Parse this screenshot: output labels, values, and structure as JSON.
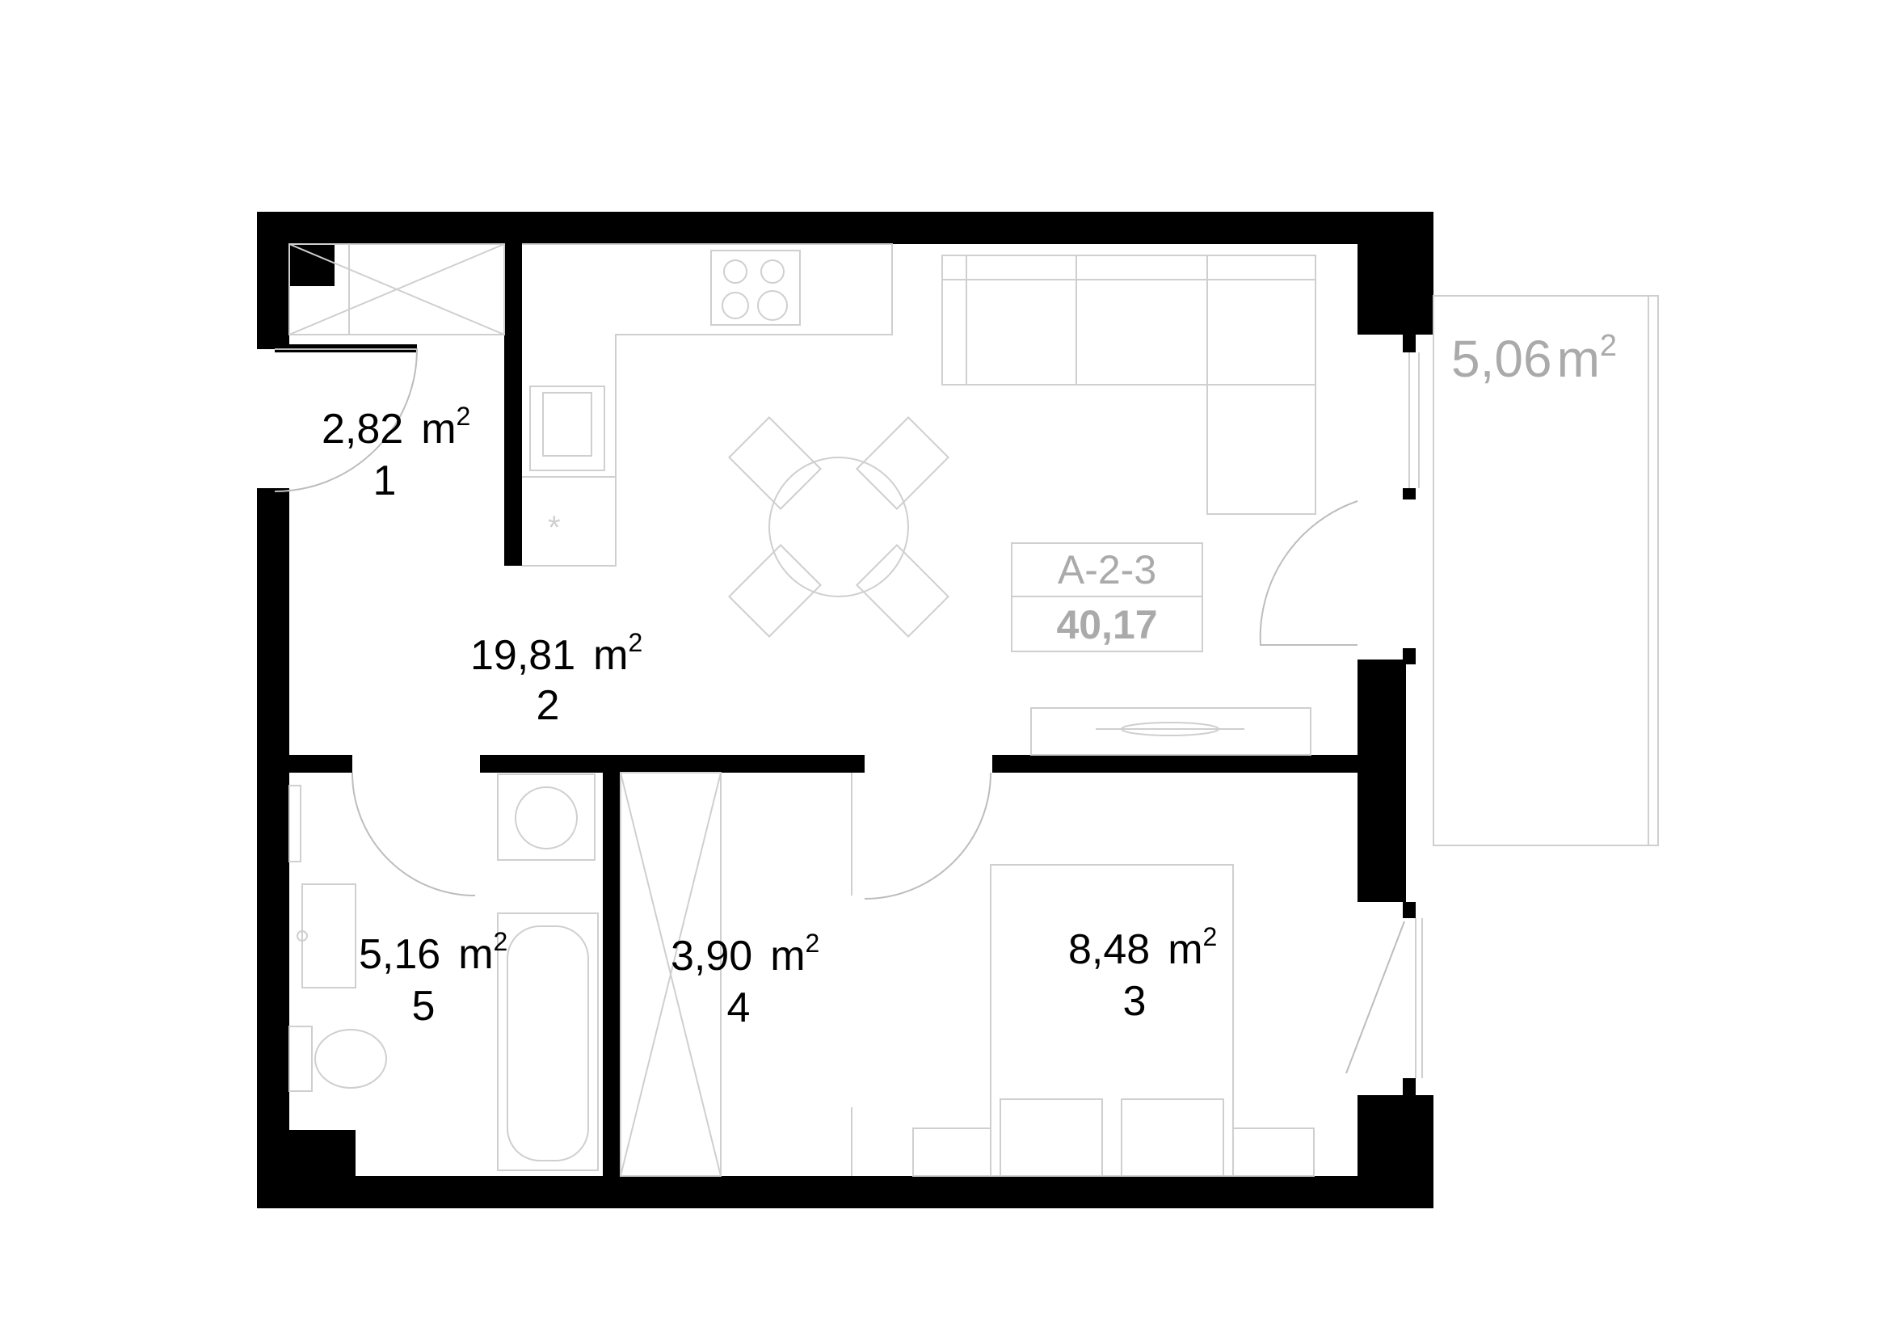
{
  "apartment": {
    "code": "A-2-3",
    "total_area": "40,17"
  },
  "unit_label": "m",
  "unit_exponent": "2",
  "rooms": [
    {
      "number": "1",
      "area": "2,82"
    },
    {
      "number": "2",
      "area": "19,81"
    },
    {
      "number": "3",
      "area": "8,48"
    },
    {
      "number": "4",
      "area": "3,90"
    },
    {
      "number": "5",
      "area": "5,16"
    }
  ],
  "balcony": {
    "area": "5,06"
  }
}
